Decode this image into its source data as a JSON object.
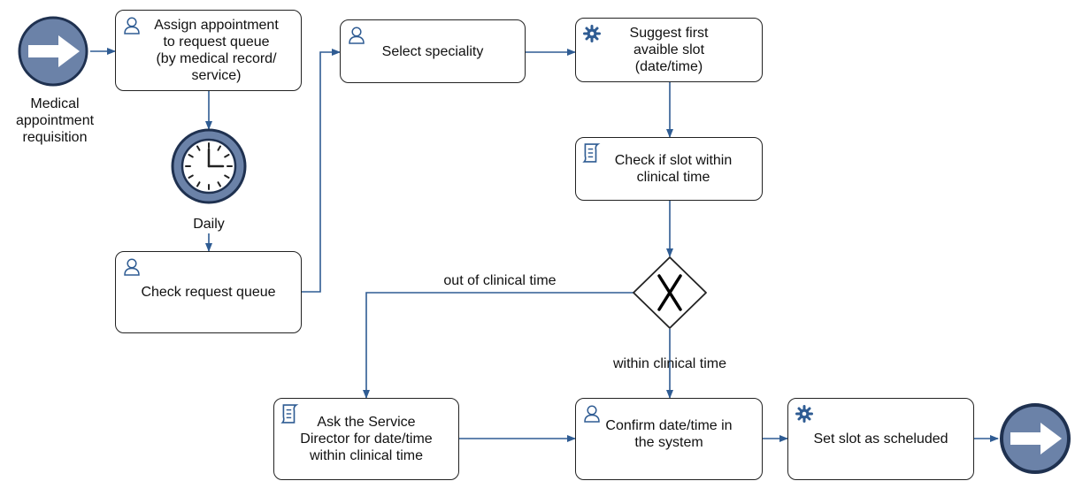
{
  "colors": {
    "flow": "#2f5c93",
    "event_fill": "#6b82a8",
    "event_stroke": "#1f3150",
    "task_border": "#222222"
  },
  "events": {
    "start_label": "Medical\nappointment\nrequisition",
    "timer_label": "Daily"
  },
  "tasks": {
    "assign": {
      "label": "Assign appointment\nto request queue\n(by medical record/\nservice)",
      "icon": "user-icon"
    },
    "check_queue": {
      "label": "Check request queue",
      "icon": "user-icon"
    },
    "select_speciality": {
      "label": "Select speciality",
      "icon": "user-icon"
    },
    "suggest_slot": {
      "label": "Suggest first\navaible slot\n(date/time)",
      "icon": "gear-icon"
    },
    "check_slot": {
      "label": "Check if slot within\nclinical time",
      "icon": "script-icon"
    },
    "ask_director": {
      "label": "Ask the Service\nDirector for date/time\nwithin clinical time",
      "icon": "script-icon"
    },
    "confirm": {
      "label": "Confirm date/time in\nthe system",
      "icon": "user-icon"
    },
    "set_slot": {
      "label": "Set slot as scheluded",
      "icon": "gear-icon"
    }
  },
  "gateway": {
    "out_label": "out of clinical time",
    "within_label": "within clinical time"
  }
}
